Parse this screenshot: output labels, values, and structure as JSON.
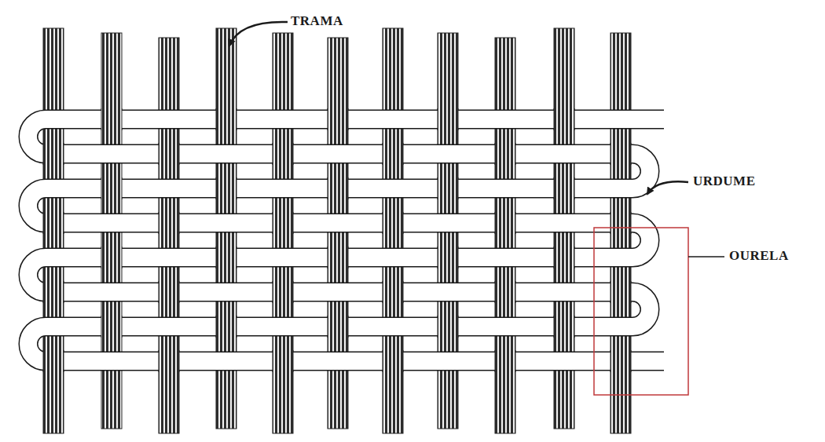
{
  "diagram": {
    "labels": [
      "TRAMA",
      "URDUME",
      "OURELA"
    ]
  }
}
